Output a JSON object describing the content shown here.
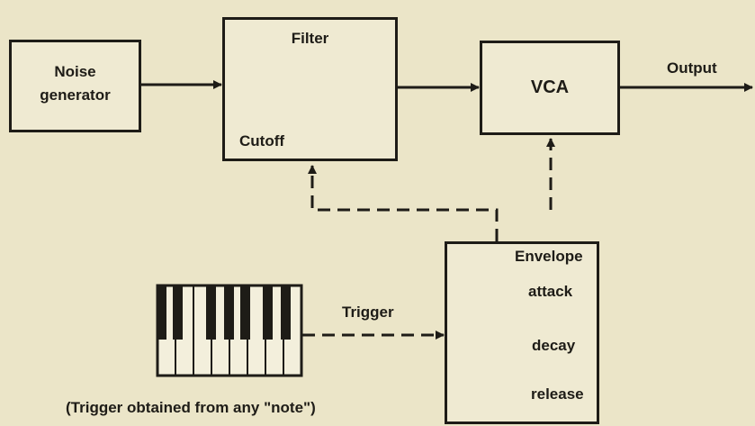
{
  "colors": {
    "paper": "#ebe5c8",
    "ink": "#1e1c17"
  },
  "blocks": {
    "noise": {
      "label_line1": "Noise",
      "label_line2": "generator"
    },
    "filter": {
      "title": "Filter",
      "knob_label": "Cutoff",
      "knob_icons": [
        "arrow-up-icon",
        "arrow-down-left-icon"
      ]
    },
    "vca": {
      "title": "VCA"
    },
    "envelope": {
      "title": "Envelope",
      "controls": [
        {
          "label": "attack",
          "icon": "arrow-down-left-icon"
        },
        {
          "label": "decay",
          "icon": "arrow-up-left-icon"
        },
        {
          "label": "release",
          "icon": "arrow-up-left-icon"
        }
      ]
    }
  },
  "signals": {
    "output": "Output",
    "trigger": "Trigger"
  },
  "keyboard": {
    "caption": "(Trigger obtained from any \"note\")"
  }
}
